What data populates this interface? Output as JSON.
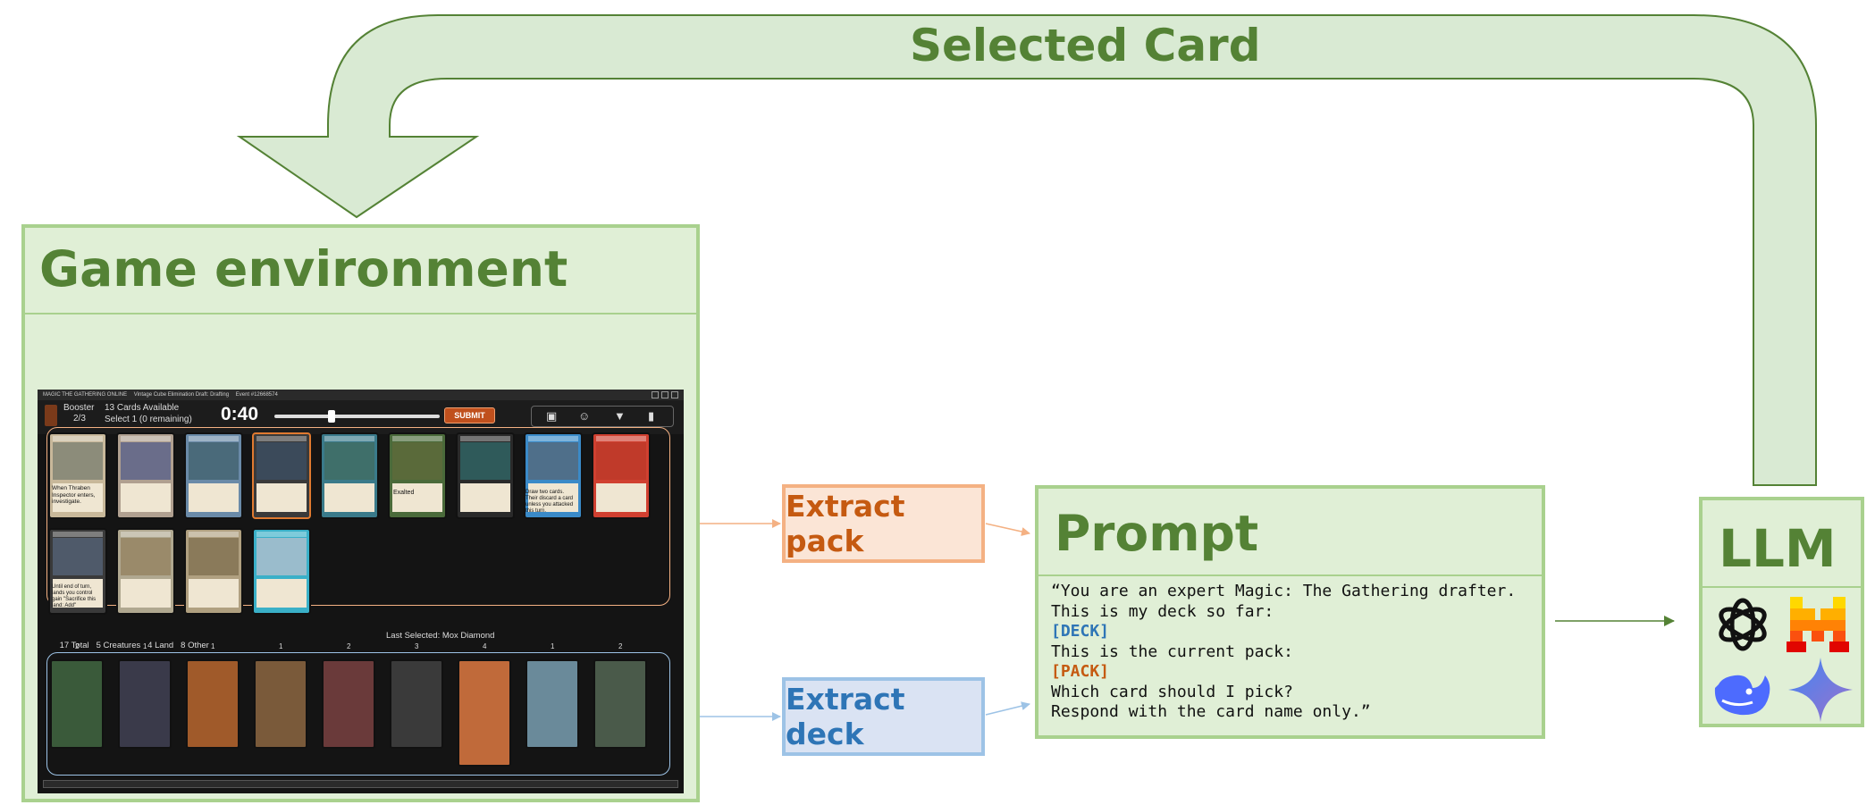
{
  "feedback_arrow": {
    "label": "Selected Card"
  },
  "game_env": {
    "title": "Game environment",
    "screenshot": {
      "titlebar": {
        "app": "MAGIC THE GATHERING ONLINE",
        "draft": "Vintage Cube Elimination Draft: Drafting",
        "event": "Event #12668574"
      },
      "booster": "Booster",
      "booster_count": "2/3",
      "cards_available": "13 Cards Available",
      "select_info": "Select 1 (0 remaining)",
      "timer": "0:40",
      "submit": "SUBMIT",
      "pack_card_texts": [
        "When Thraben Inspector enters, investigate.",
        "Exalted",
        "Draw two cards. Their discard a card unless you attacked this turn.",
        "Until end of turn, lands you control gain \"Sacrifice this land: Add\""
      ],
      "deck_stats": [
        "17 Total",
        "5 Creatures",
        "4 Land",
        "8 Other"
      ],
      "last_selected": "Last Selected: Mox Diamond",
      "deck_counts": [
        "2",
        "1",
        "1",
        "1",
        "2",
        "3",
        "4",
        "1",
        "2"
      ]
    }
  },
  "steps": {
    "extract_pack": "Extract pack",
    "extract_deck": "Extract deck"
  },
  "prompt": {
    "title": "Prompt",
    "lines": {
      "l1": "“You are an expert Magic: The Gathering drafter.",
      "l2": "This is my deck so far:",
      "l3": "[DECK]",
      "l4": "This is the current pack:",
      "l5": "[PACK]",
      "l6": "Which card should I pick?",
      "l7": "Respond with the card name only.”"
    }
  },
  "llm": {
    "title": "LLM",
    "logos": [
      "openai-logo",
      "mistral-logo",
      "deepseek-logo",
      "gemini-logo"
    ]
  },
  "colors": {
    "green_fill": "#e0efd6",
    "green_border": "#a9d18e",
    "green_text": "#548235",
    "orange_fill": "#fbe5d6",
    "orange_border": "#f4b183",
    "orange_text": "#c55a11",
    "blue_fill": "#dae3f3",
    "blue_border": "#9dc3e6",
    "blue_text": "#2e75b6"
  }
}
